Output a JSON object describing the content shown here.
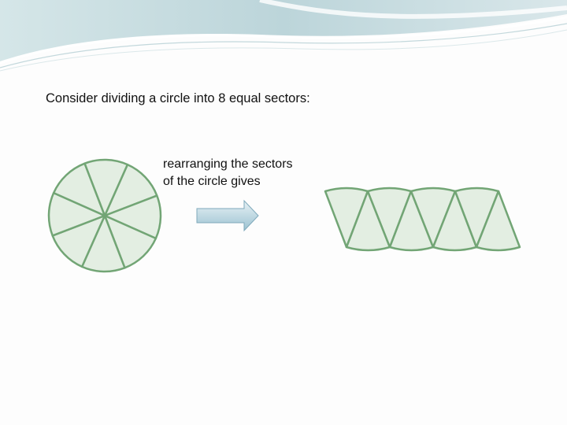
{
  "slide": {
    "intro_text": "Consider dividing a circle into 8 equal sectors:",
    "caption_line_1": "rearranging the sectors",
    "caption_line_2": "of the circle gives"
  },
  "diagram": {
    "sector_count": 8,
    "colors": {
      "sector_fill": "#e3eee2",
      "sector_stroke": "#72a575",
      "arrow_fill_light": "#e6f1f5",
      "arrow_fill_dark": "#9cc2d1",
      "arrow_stroke": "#7fa9bb",
      "header_teal": "#c6dade"
    }
  }
}
